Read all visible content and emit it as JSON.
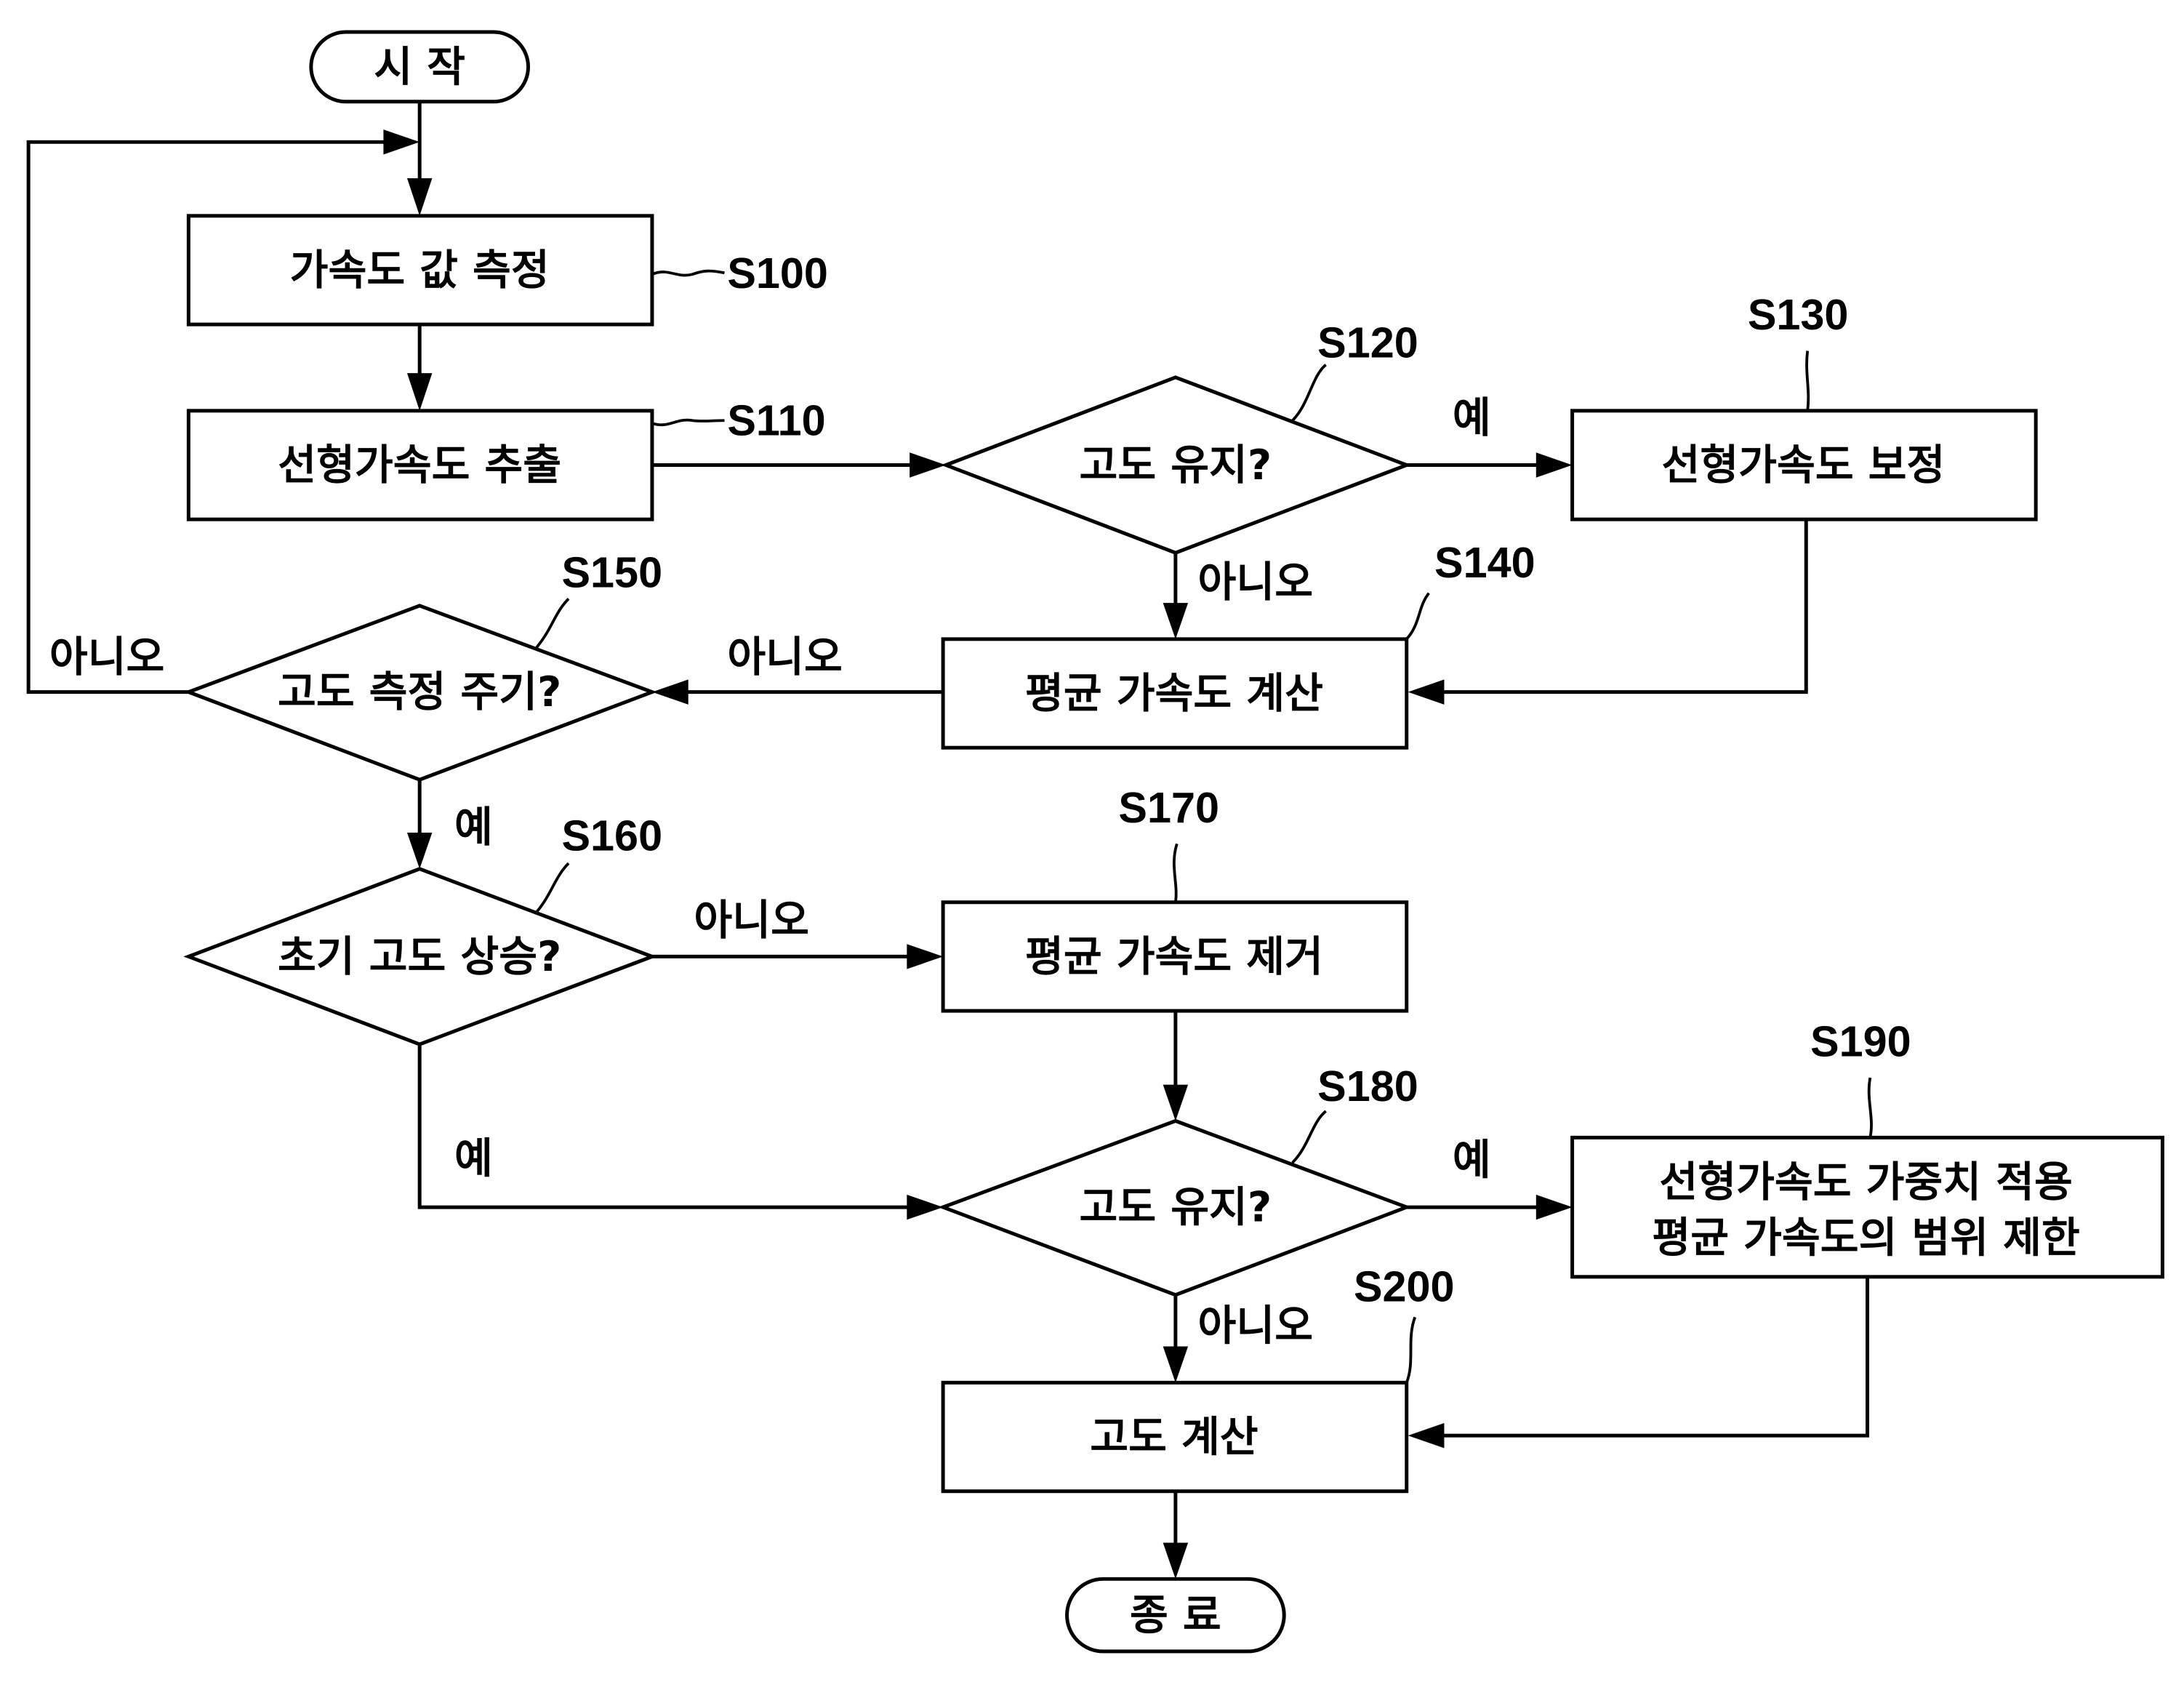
{
  "nodes": {
    "start": {
      "text": "시 작"
    },
    "s100": {
      "text": "가속도 값 측정",
      "step": "S100"
    },
    "s110": {
      "text": "선형가속도 추출",
      "step": "S110"
    },
    "s120": {
      "text": "고도 유지?",
      "step": "S120"
    },
    "s130": {
      "text": "선형가속도 보정",
      "step": "S130"
    },
    "s140": {
      "text": "평균 가속도 계산",
      "step": "S140"
    },
    "s150": {
      "text": "고도 측정 주기?",
      "step": "S150"
    },
    "s160": {
      "text": "초기 고도 상승?",
      "step": "S160"
    },
    "s170": {
      "text": "평균 가속도 제거",
      "step": "S170"
    },
    "s180": {
      "text": "고도 유지?",
      "step": "S180"
    },
    "s190": {
      "line1": "선형가속도 가중치 적용",
      "line2": "평균 가속도의 범위 제한",
      "step": "S190"
    },
    "s200": {
      "text": "고도 계산",
      "step": "S200"
    },
    "end": {
      "text": "종 료"
    }
  },
  "edge_labels": {
    "s120_yes": "예",
    "s120_no": "아니오",
    "s150_no_loop": "아니오",
    "s140_to_s150": "아니오",
    "s150_yes": "예",
    "s160_no": "아니오",
    "s160_yes": "예",
    "s180_yes": "예",
    "s180_no": "아니오"
  }
}
